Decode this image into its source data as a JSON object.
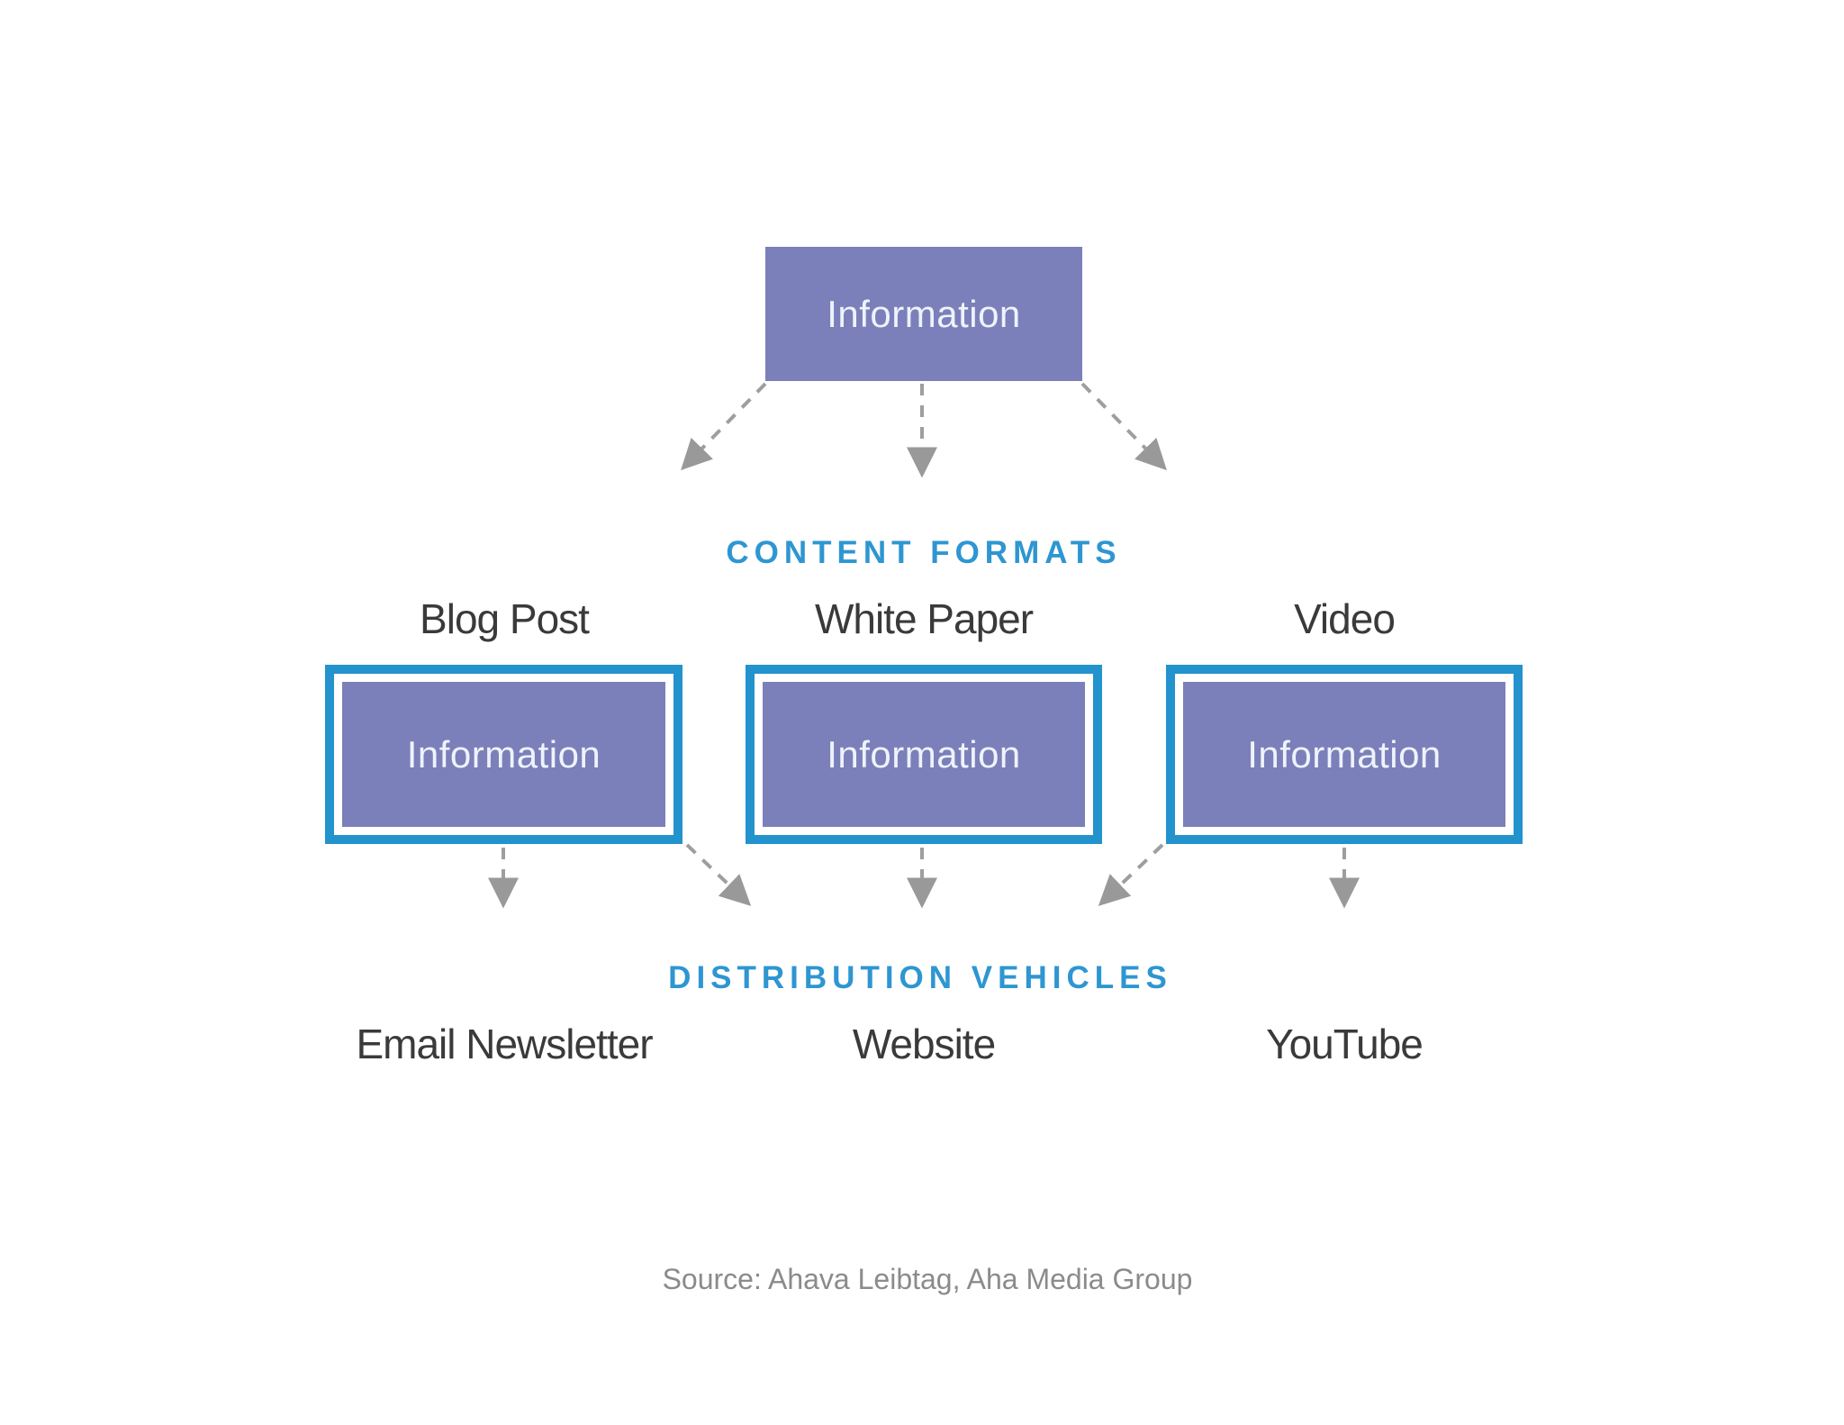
{
  "diagram": {
    "source_box": {
      "label": "Information"
    },
    "content_formats_heading": "CONTENT FORMATS",
    "distribution_vehicles_heading": "DISTRIBUTION VEHICLES",
    "columns": [
      {
        "format": "Blog Post",
        "box_label": "Information",
        "vehicle": "Email Newsletter"
      },
      {
        "format": "White Paper",
        "box_label": "Information",
        "vehicle": "Website"
      },
      {
        "format": "Video",
        "box_label": "Information",
        "vehicle": "YouTube"
      }
    ],
    "source_credit": "Source: Ahava Leibtag, Aha Media Group",
    "colors": {
      "purple_fill": "#7b80ba",
      "blue_frame": "#2293cd",
      "blue_heading": "#2e96d1",
      "arrow_gray": "#9e9e9e",
      "arrowhead_gray": "#999999",
      "label_dark": "#3a3a3a",
      "source_gray": "#8b8b8b",
      "background": "#ffffff"
    }
  }
}
